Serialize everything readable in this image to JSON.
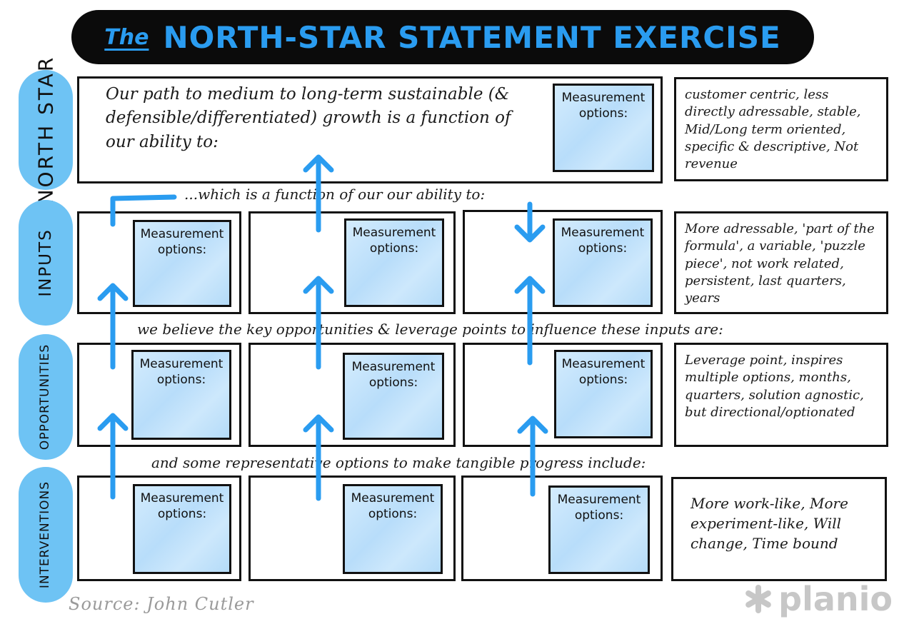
{
  "title": {
    "prefix": "The",
    "main": "NORTH-STAR STATEMENT EXERCISE"
  },
  "rows": {
    "north_star": "NORTH STAR",
    "inputs": "INPUTS",
    "opportunities": "OPPORTUNITIES",
    "interventions": "INTERVENTIONS"
  },
  "north_star_statement": "Our path to medium to long-term sustainable (& defensible/differentiated) growth is a function of our ability to:",
  "measurement": {
    "line1": "Measurement",
    "line2": "options:"
  },
  "connectors": {
    "inputs": "...which is a function of our our ability to:",
    "opportunities": "we believe the key opportunities & leverage points to influence these inputs are:",
    "interventions": "and some representative options to make tangible progress include:"
  },
  "descriptions": {
    "north_star": "customer centric, less directly adressable, stable, Mid/Long term oriented, specific & descriptive, Not revenue",
    "inputs": "More adressable, 'part of the formula', a variable, 'puzzle piece', not work related, persistent, last quarters, years",
    "opportunities": "Leverage point, inspires multiple options, months, quarters, solution agnostic, but directional/optionated",
    "interventions": "More work-like, More experiment-like, Will change, Time bound"
  },
  "footer": {
    "source": "Source: John Cutler",
    "logo": "planio"
  },
  "colors": {
    "accent": "#2a9cf0",
    "pill": "#6ec3f4",
    "box_fill": "#c4e3fb",
    "ink": "#111111"
  }
}
